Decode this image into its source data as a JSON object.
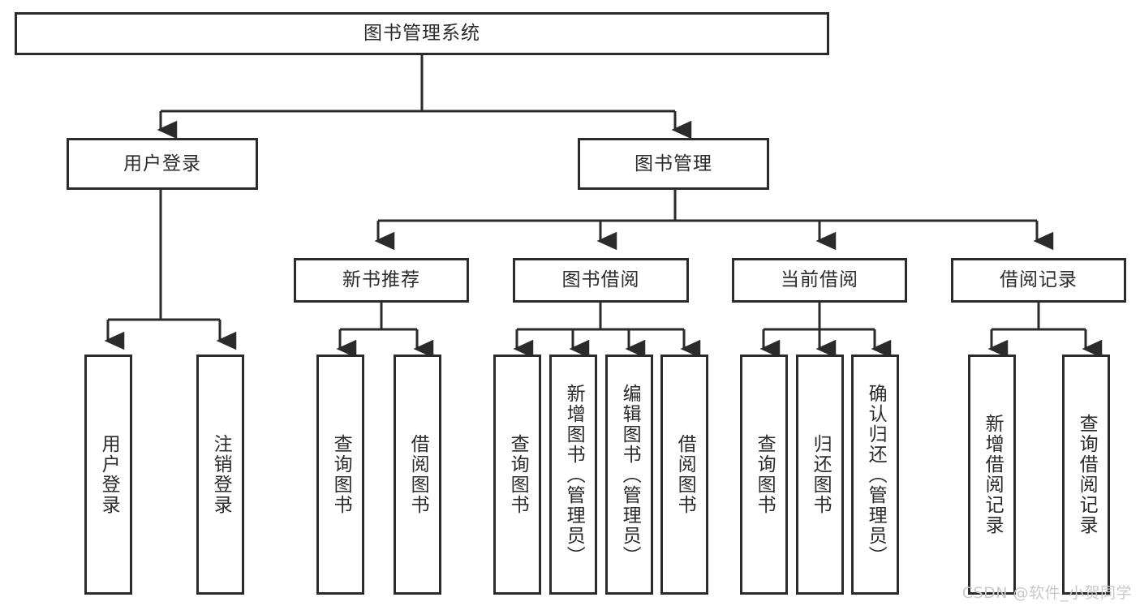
{
  "diagram": {
    "type": "tree",
    "title": "图书管理系统",
    "root": {
      "label": "图书管理系统"
    },
    "level2": [
      {
        "label": "用户登录"
      },
      {
        "label": "图书管理"
      }
    ],
    "level3": [
      {
        "label": "新书推荐"
      },
      {
        "label": "图书借阅"
      },
      {
        "label": "当前借阅"
      },
      {
        "label": "借阅记录"
      }
    ],
    "leaves": {
      "user_login": [
        {
          "label": "用户登录"
        },
        {
          "label": "注销登录"
        }
      ],
      "new_book": [
        {
          "label": "查询图书"
        },
        {
          "label": "借阅图书"
        }
      ],
      "book_borrow": [
        {
          "label": "查询图书"
        },
        {
          "label": "新增图书（管理员）"
        },
        {
          "label": "编辑图书（管理员）"
        },
        {
          "label": "借阅图书"
        }
      ],
      "current_borrow": [
        {
          "label": "查询图书"
        },
        {
          "label": "归还图书"
        },
        {
          "label": "确认归还（管理员）"
        }
      ],
      "borrow_record": [
        {
          "label": "新增借阅记录"
        },
        {
          "label": "查询借阅记录"
        }
      ]
    }
  },
  "watermark": {
    "text": "CSDN @软件_小贺同学"
  },
  "colors": {
    "stroke": "#2b2b2b",
    "background": "#ffffff",
    "watermark": "#c9c9c9"
  }
}
